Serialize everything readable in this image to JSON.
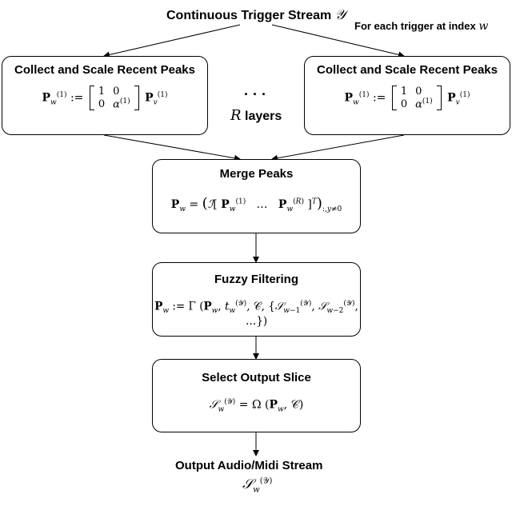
{
  "input": {
    "title": "Continuous Trigger Stream",
    "symbol": "𝒴",
    "note": "For each trigger at index",
    "note_var": "w"
  },
  "layer_boxes": [
    {
      "title": "Collect and Scale Recent Peaks"
    },
    {
      "title": "Collect and Scale Recent Peaks"
    }
  ],
  "layers_label": {
    "dots": "· · ·",
    "var": "R",
    "text": "layers"
  },
  "merge": {
    "title": "Merge Peaks"
  },
  "fuzzy": {
    "title": "Fuzzy Filtering"
  },
  "select": {
    "title": "Select Output Slice"
  },
  "output": {
    "title": "Output Audio/Midi Stream"
  }
}
